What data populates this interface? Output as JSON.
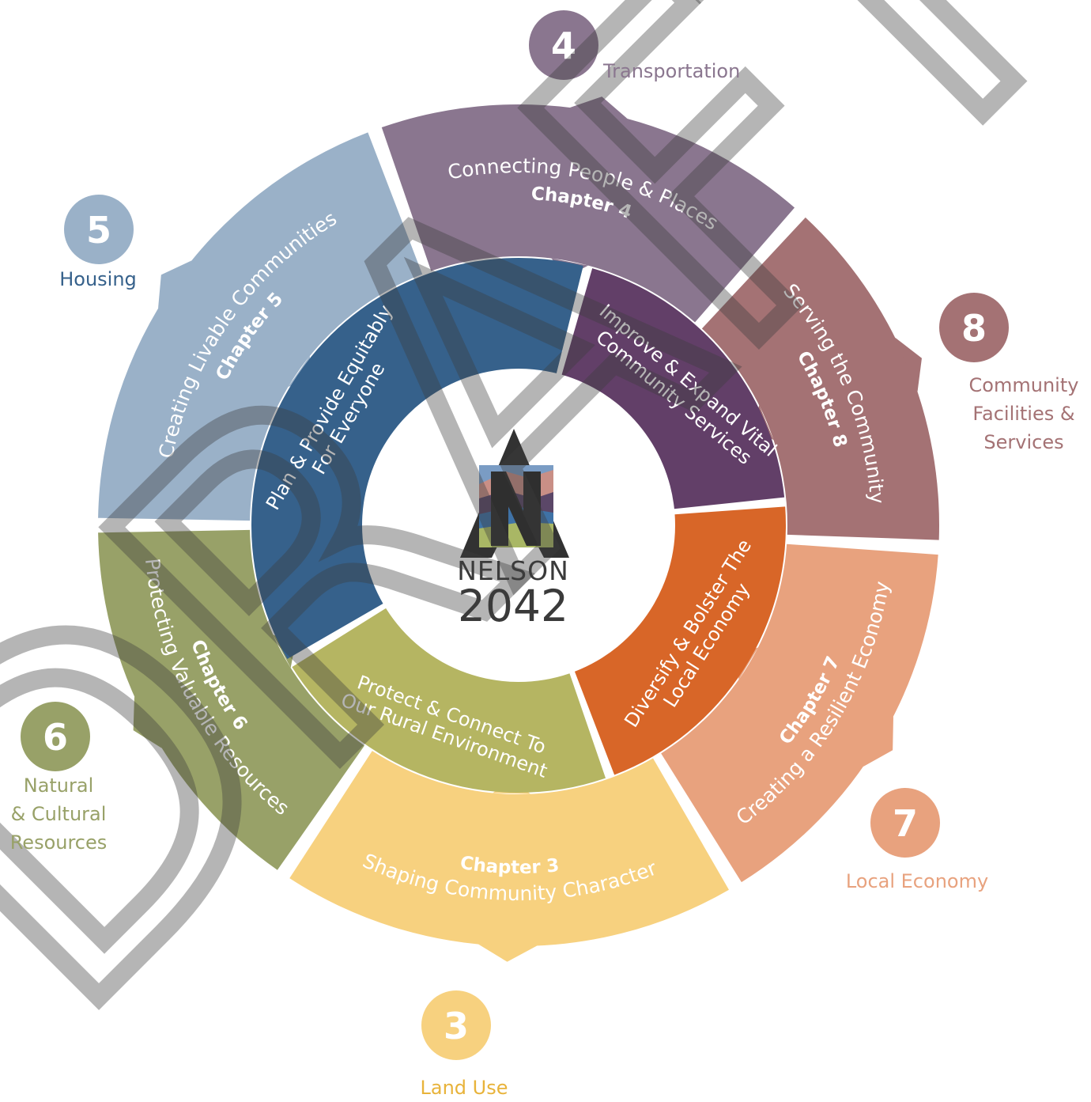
{
  "center_logo": {
    "name": "NELSON",
    "year": "2042"
  },
  "inner_ring": [
    {
      "id": "community-services",
      "lines": [
        "Improve & Expand Vital",
        "Community Services"
      ],
      "color": "#623f68"
    },
    {
      "id": "local-economy",
      "lines": [
        "Diversify & Bolster The",
        "Local Economy"
      ],
      "color": "#d86628"
    },
    {
      "id": "rural-environment",
      "lines": [
        "Protect & Connect To",
        "Our Rural Environment"
      ],
      "color": "#b5b562"
    },
    {
      "id": "equitable",
      "lines": [
        "Plan & Provide Equitably",
        "For Everyone"
      ],
      "color": "#36618b"
    }
  ],
  "outer_ring": [
    {
      "id": "ch4",
      "title": "Connecting People & Places",
      "chapter": "Chapter 4",
      "color": "#8a768f"
    },
    {
      "id": "ch8",
      "title": "Serving the Community",
      "chapter": "Chapter 8",
      "color": "#a47274"
    },
    {
      "id": "ch7",
      "title": "Creating a Resilient Economy",
      "chapter": "Chapter 7",
      "color": "#e8a27e"
    },
    {
      "id": "ch3",
      "title": "Shaping Community Character",
      "chapter": "Chapter 3",
      "color": "#f7d17f"
    },
    {
      "id": "ch6",
      "title": "Protecting Valuable Resources",
      "chapter": "Chapter 6",
      "color": "#98a168"
    },
    {
      "id": "ch5",
      "title": "Creating Livable Communities",
      "chapter": "Chapter 5",
      "color": "#9ab1c8"
    }
  ],
  "topics": [
    {
      "number": "4",
      "lines": [
        "Transportation"
      ],
      "color": "#8a768f",
      "text_color": "#8a768f"
    },
    {
      "number": "8",
      "lines": [
        "Community",
        "Facilities &",
        "Services"
      ],
      "color": "#a47274",
      "text_color": "#a47274"
    },
    {
      "number": "7",
      "lines": [
        "Local Economy"
      ],
      "color": "#e8a27e",
      "text_color": "#e8a27e"
    },
    {
      "number": "3",
      "lines": [
        "Land Use"
      ],
      "color": "#f7d17f",
      "text_color": "#e8b33a"
    },
    {
      "number": "6",
      "lines": [
        "Natural",
        "& Cultural",
        "Resources"
      ],
      "color": "#98a168",
      "text_color": "#98a168"
    },
    {
      "number": "5",
      "lines": [
        "Housing"
      ],
      "color": "#9ab1c8",
      "text_color": "#36618b"
    }
  ],
  "watermark": "DRAFT"
}
